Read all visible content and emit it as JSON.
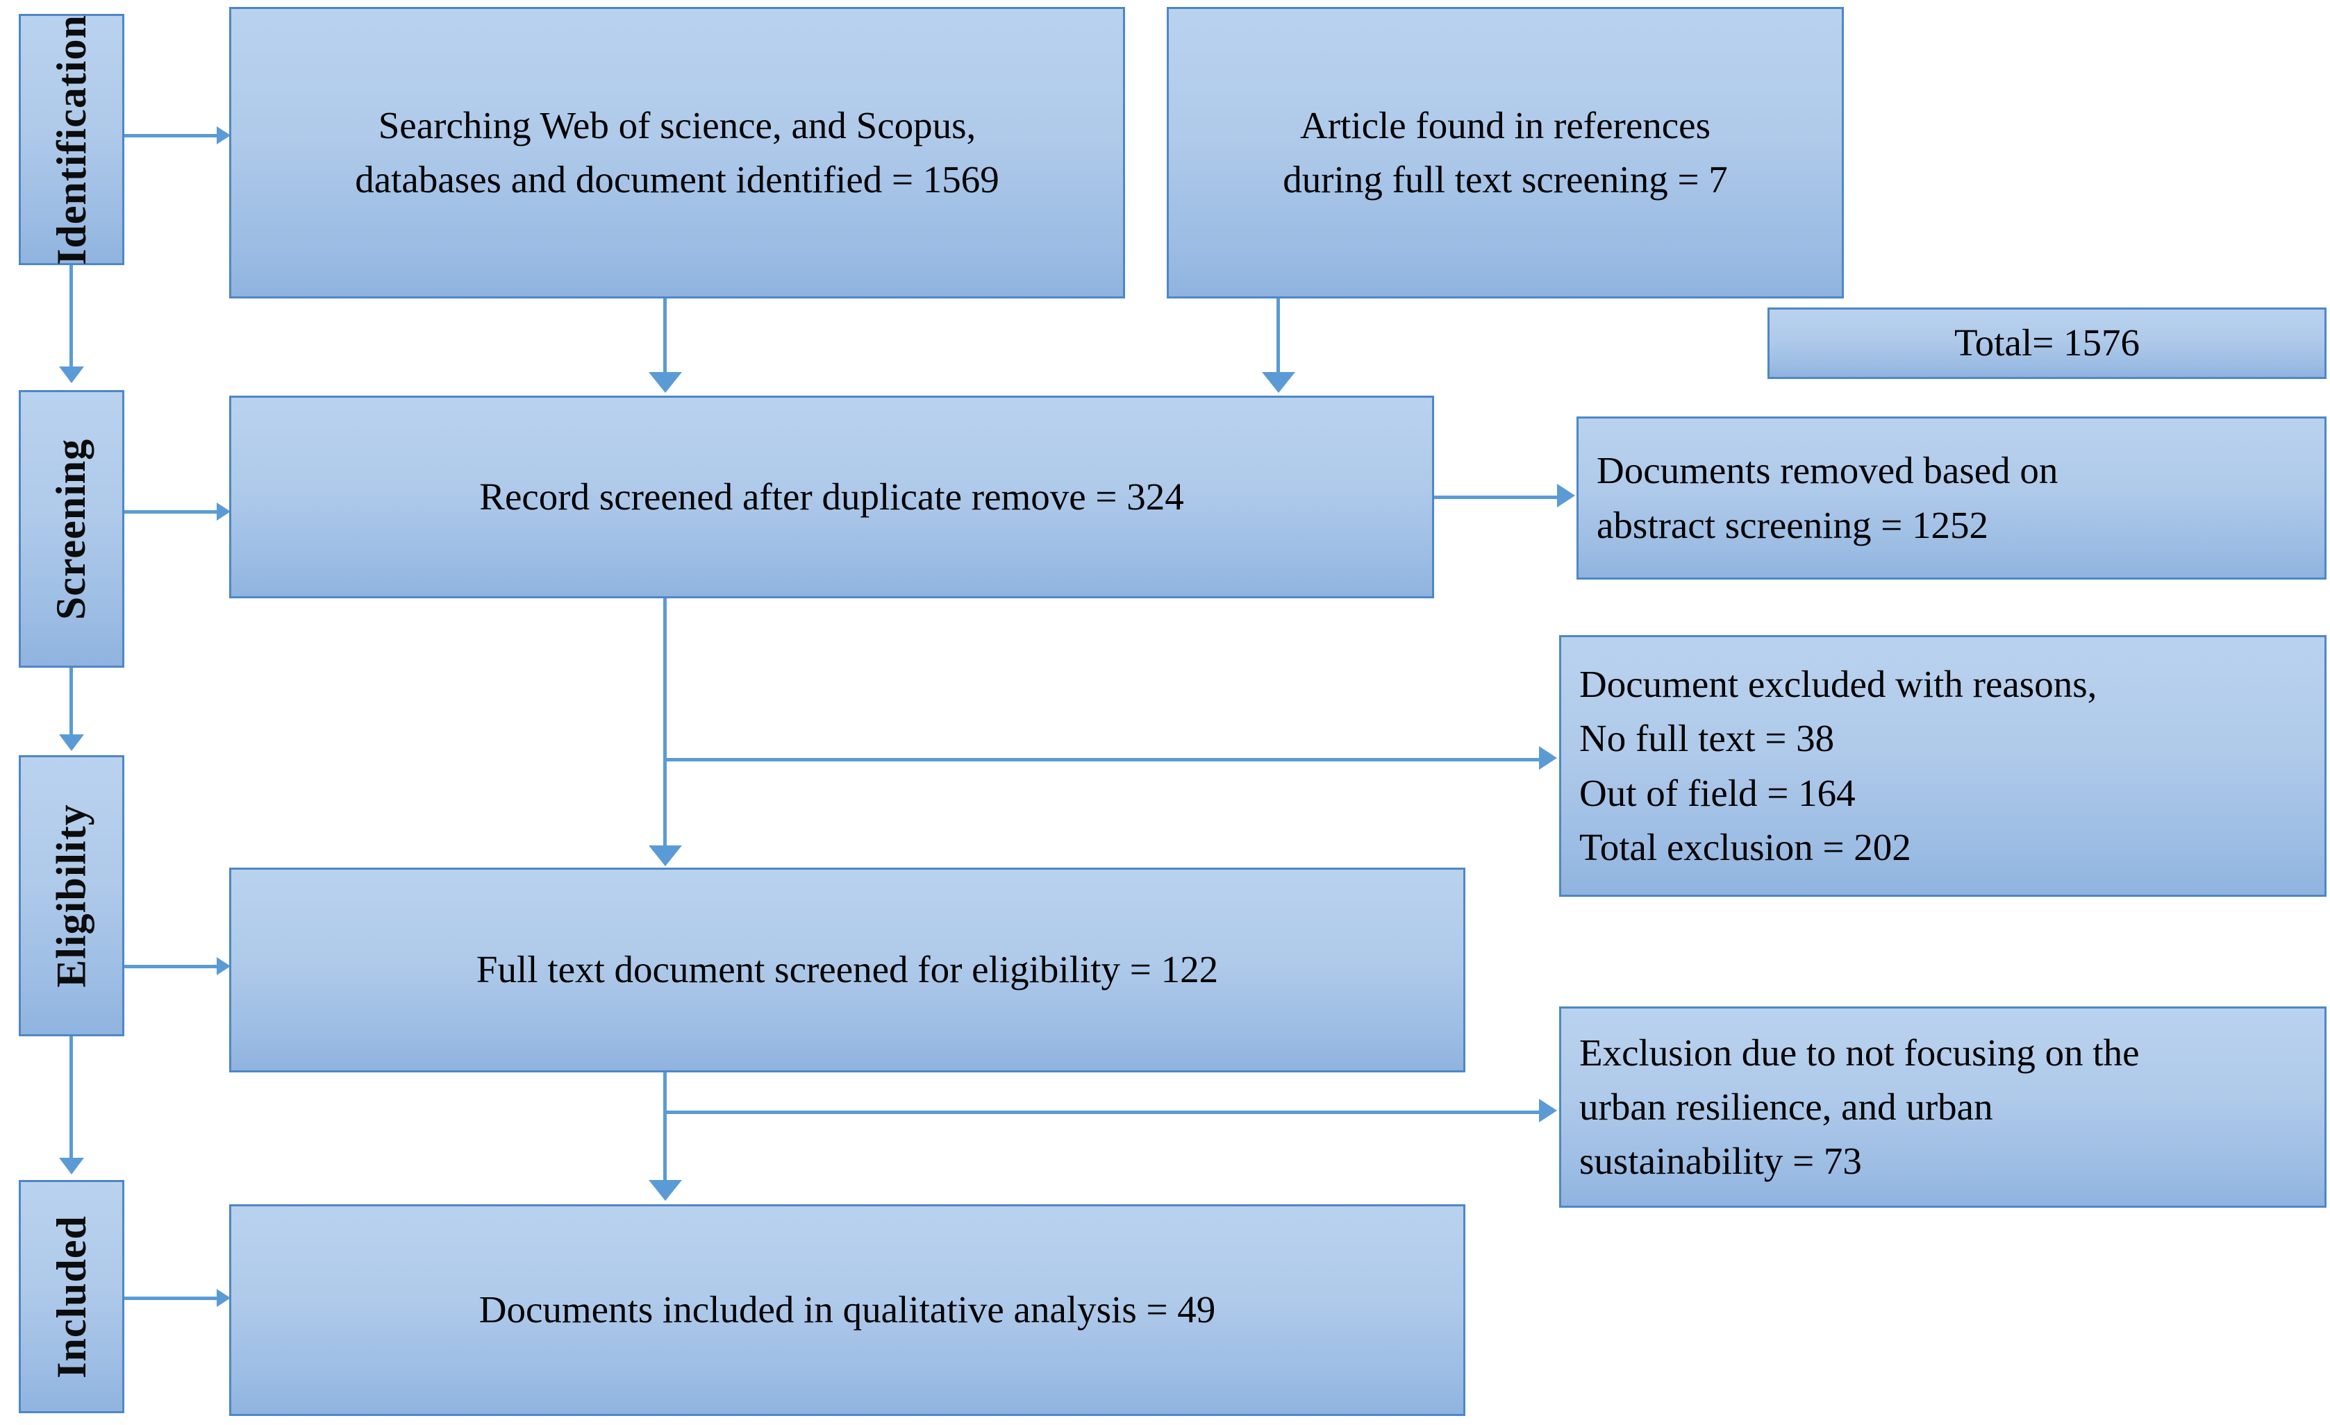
{
  "diagram": {
    "type": "prisma-flow-diagram",
    "title": "PRISMA study selection flow diagram",
    "colors": {
      "box_fill_top": "#B9D2EE",
      "box_fill_bottom": "#8FB4DF",
      "box_border": "#4E87C7",
      "connector": "#5B9BD5",
      "text": "#000000"
    }
  },
  "stages": [
    {
      "id": "identification",
      "label": "Identification"
    },
    {
      "id": "screening",
      "label": "Screening"
    },
    {
      "id": "eligibility",
      "label": "Eligibility"
    },
    {
      "id": "included",
      "label": "Included"
    }
  ],
  "nodes": {
    "databases": {
      "lines": [
        "Searching Web of science, and Scopus,",
        "databases and document identified = 1569"
      ],
      "count": 1569
    },
    "references": {
      "lines": [
        "Article found in references",
        "during full text screening = 7"
      ],
      "count": 7
    },
    "total": {
      "lines": [
        "Total= 1576"
      ],
      "count": 1576
    },
    "screened": {
      "lines": [
        "Record screened after duplicate remove = 324"
      ],
      "count": 324
    },
    "removed_abstract": {
      "lines": [
        "Documents removed based on",
        "abstract screening = 1252"
      ],
      "count": 1252
    },
    "excluded_reasons": {
      "lines": [
        "Document excluded with reasons,",
        "No full text = 38",
        "Out of field = 164",
        "Total exclusion = 202"
      ],
      "no_full_text": 38,
      "out_of_field": 164,
      "total_exclusion": 202
    },
    "full_text": {
      "lines": [
        "Full text document screened for eligibility = 122"
      ],
      "count": 122
    },
    "excluded_focus": {
      "lines": [
        "Exclusion due to not focusing on the",
        "urban resilience, and urban",
        "sustainability = 73"
      ],
      "count": 73
    },
    "included": {
      "lines": [
        "Documents included in qualitative analysis = 49"
      ],
      "count": 49
    }
  }
}
